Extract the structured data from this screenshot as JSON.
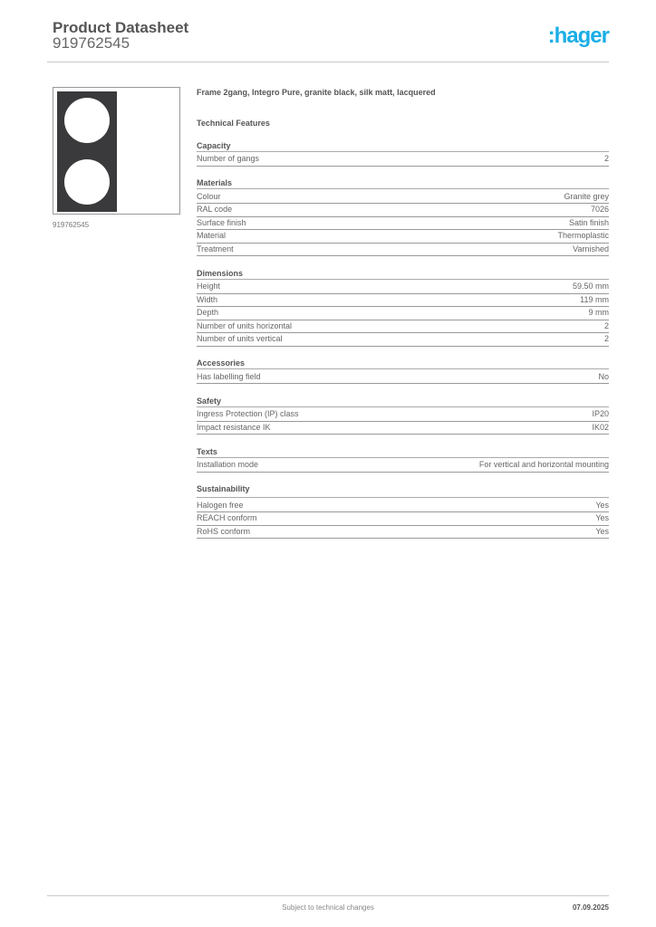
{
  "header": {
    "title": "Product Datasheet",
    "product_number": "919762545",
    "logo_text": ":hager",
    "logo_color": "#1aaee6"
  },
  "image": {
    "caption": "919762545",
    "frame_color": "#3a3a3c"
  },
  "product": {
    "description": "Frame 2gang, Integro Pure, granite black, silk matt, lacquered",
    "features_title": "Technical Features"
  },
  "sections": [
    {
      "title": "Capacity",
      "rows": [
        {
          "label": "Number of gangs",
          "value": "2"
        }
      ]
    },
    {
      "title": "Materials",
      "rows": [
        {
          "label": "Colour",
          "value": "Granite grey"
        },
        {
          "label": "RAL code",
          "value": "7026"
        },
        {
          "label": "Surface finish",
          "value": "Satin finish"
        },
        {
          "label": "Material",
          "value": "Thermoplastic"
        },
        {
          "label": "Treatment",
          "value": "Varnished"
        }
      ]
    },
    {
      "title": "Dimensions",
      "rows": [
        {
          "label": "Height",
          "value": "59.50 mm"
        },
        {
          "label": "Width",
          "value": "119 mm"
        },
        {
          "label": "Depth",
          "value": "9 mm"
        },
        {
          "label": "Number of units horizontal",
          "value": "2"
        },
        {
          "label": "Number of units vertical",
          "value": "2"
        }
      ]
    },
    {
      "title": "Accessories",
      "rows": [
        {
          "label": "Has labelling field",
          "value": "No"
        }
      ]
    },
    {
      "title": "Safety",
      "rows": [
        {
          "label": "Ingress Protection (IP) class",
          "value": "IP20"
        },
        {
          "label": "Impact resistance IK",
          "value": "IK02"
        }
      ]
    },
    {
      "title": "Texts",
      "rows": [
        {
          "label": "Installation mode",
          "value": "For vertical and horizontal mounting"
        }
      ]
    },
    {
      "title": "Sustainability",
      "rows": [
        {
          "label": "Halogen free",
          "value": "Yes"
        },
        {
          "label": "REACH conform",
          "value": "Yes"
        },
        {
          "label": "RoHS conform",
          "value": "Yes"
        }
      ]
    }
  ],
  "footer": {
    "note": "Subject to technical changes",
    "date": "07.09.2025"
  }
}
